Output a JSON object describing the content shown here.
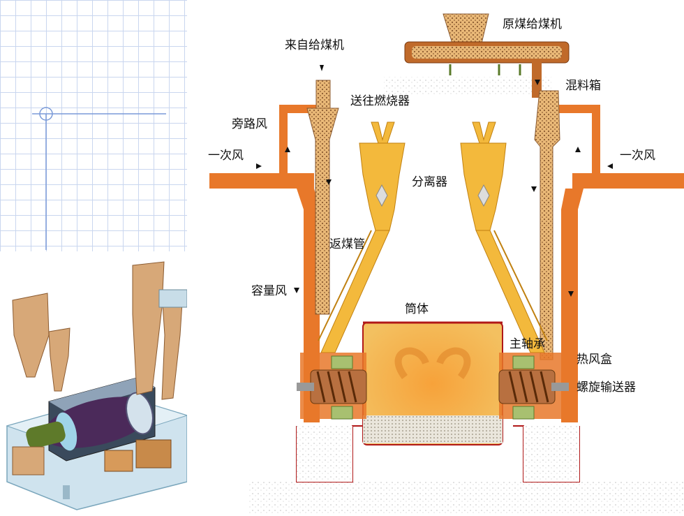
{
  "labels": {
    "raw_coal_feeder": "原煤给煤机",
    "from_feeder": "来自给煤机",
    "mixing_box": "混料箱",
    "to_burner": "送往燃烧器",
    "bypass_air": "旁路风",
    "primary_air_left": "一次风",
    "primary_air_right": "一次风",
    "separator": "分离器",
    "return_pipe": "返煤管",
    "capacity_air": "容量风",
    "cylinder": "筒体",
    "main_bearing": "主轴承",
    "hot_air_box": "热风盒",
    "screw_conveyor": "螺旋输送器"
  },
  "colors": {
    "pipe_orange": "#e8782a",
    "pipe_dark": "#c4581a",
    "separator_yellow": "#f3b93c",
    "coal_brown": "#9a6a3c",
    "cylinder_fill": "#f7a23a",
    "foundation_line": "#b01818",
    "grid_line": "#c9d6ef",
    "axis_blue": "#7a9ad8",
    "bearing_green": "#a8c070"
  }
}
